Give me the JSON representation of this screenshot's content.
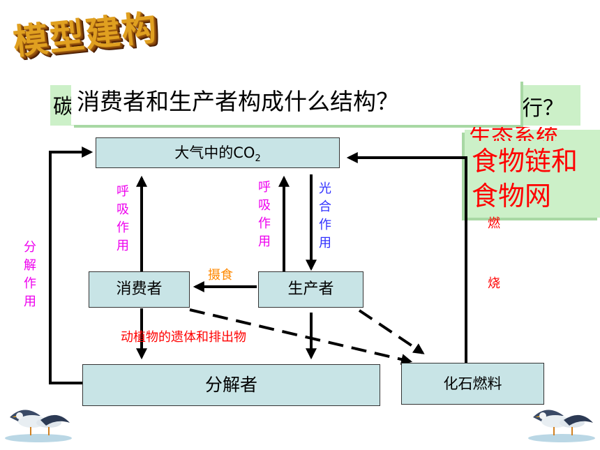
{
  "slide": {
    "title": "模型建构",
    "hidden_line_start": "碳",
    "hidden_line_end": "行？",
    "question": "消费者和生产者构成什么结构？",
    "answer_hidden_top": "生态系统",
    "answer_line1": "食物链和",
    "answer_line2": "食物网"
  },
  "diagram": {
    "nodes": {
      "atmosphere": {
        "text": "大气中的CO",
        "sub": "2"
      },
      "consumer": "消费者",
      "producer": "生产者",
      "decomposer": "分解者",
      "fossil": "化石燃料"
    },
    "labels": {
      "resp_consumer": [
        "呼",
        "吸",
        "作",
        "用"
      ],
      "resp_producer": [
        "呼",
        "吸",
        "作",
        "用"
      ],
      "photosynthesis": [
        "光",
        "合",
        "作",
        "用"
      ],
      "decomposition": [
        "分",
        "解",
        "作",
        "用"
      ],
      "ingestion": "摄食",
      "remains": "动植物的遗体和排出物",
      "burn_1": "燃",
      "burn_2": "烧"
    }
  },
  "colors": {
    "pink": "#ee00ee",
    "blue": "#3030ff",
    "orange": "#ff8800",
    "red": "#ff0000",
    "box_fill": "#c8e4e6",
    "green_band": "#ccf0c8"
  }
}
